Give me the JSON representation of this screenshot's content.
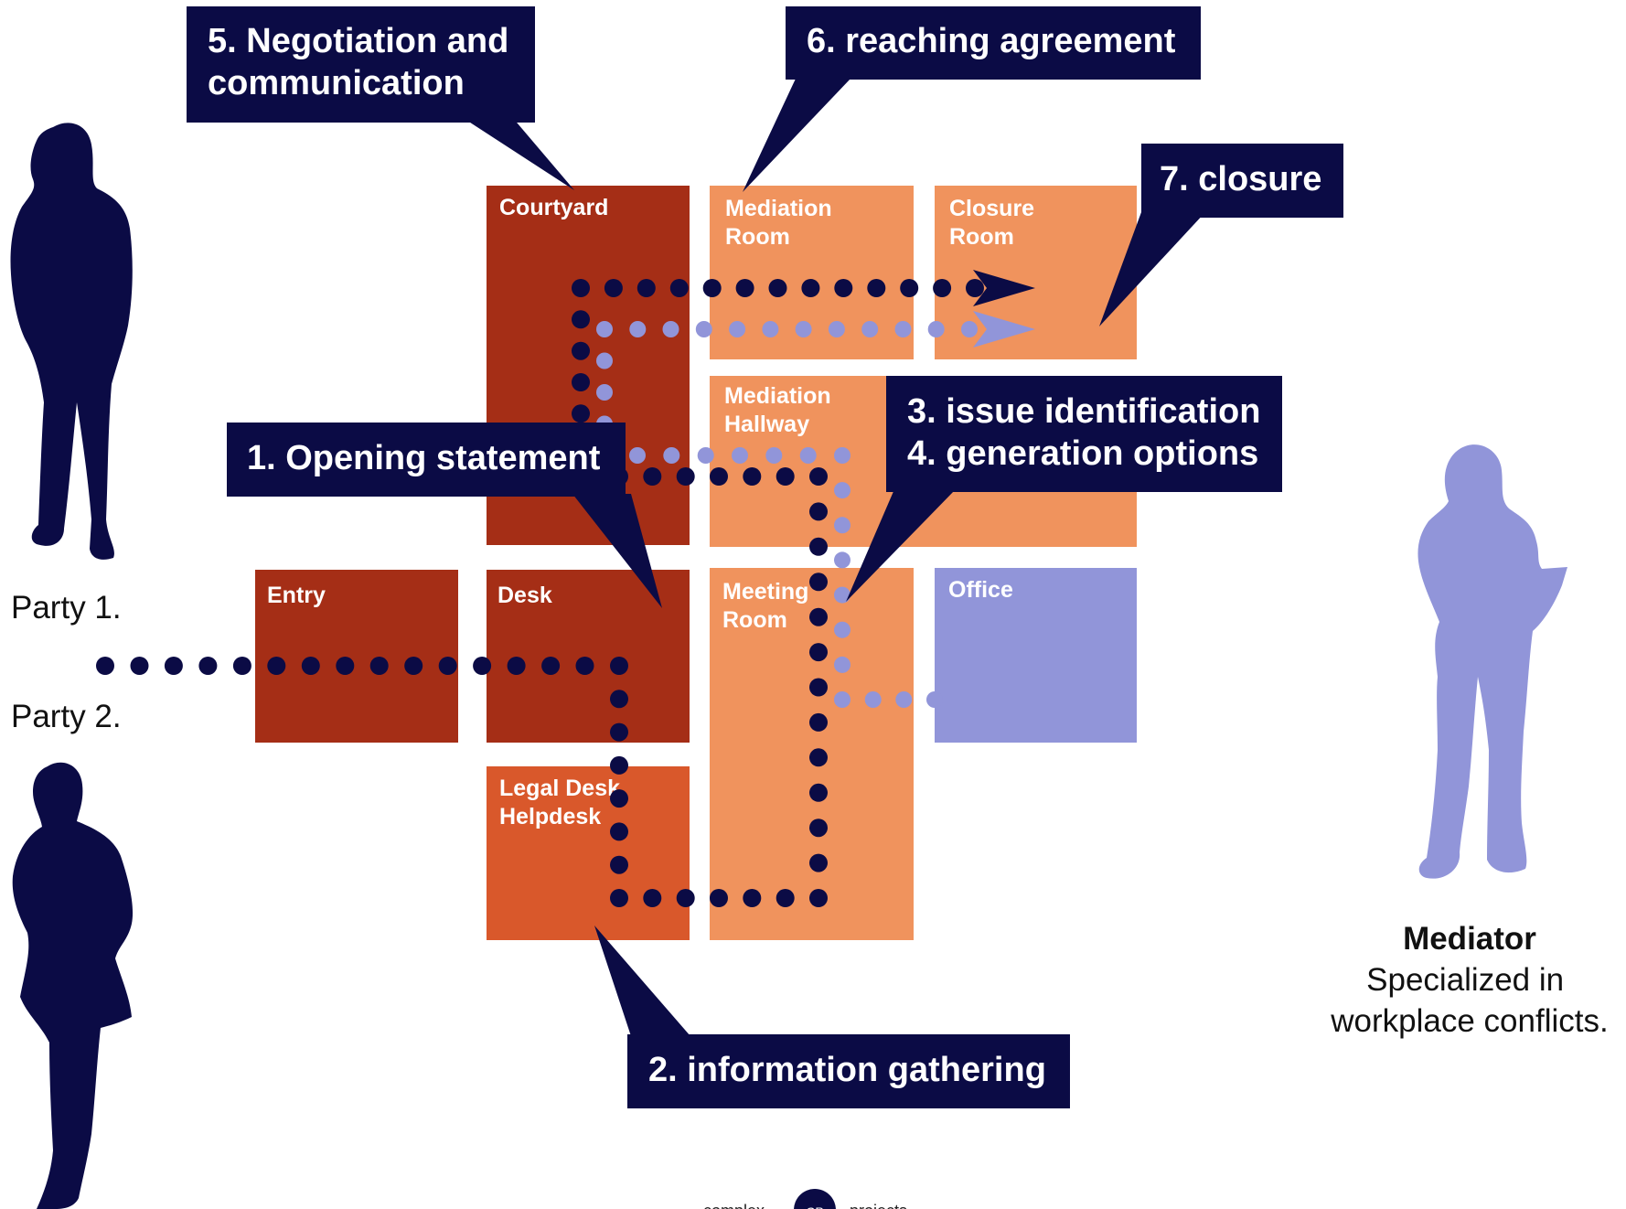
{
  "colors": {
    "navy": "#0b0b45",
    "rust": "#a52e16",
    "orange_dark": "#d9582b",
    "orange_light": "#f0935d",
    "lavender": "#9195d9",
    "white": "#ffffff"
  },
  "rooms": {
    "courtyard": "Courtyard",
    "mediation_room": [
      "Mediation",
      "Room"
    ],
    "closure_room": [
      "Closure",
      "Room"
    ],
    "mediation_hallway": [
      "Mediation",
      "Hallway"
    ],
    "entry": "Entry",
    "desk": "Desk",
    "meeting_room": [
      "Meeting",
      "Room"
    ],
    "office": "Office",
    "legal_desk": [
      "Legal Desk",
      "Helpdesk"
    ]
  },
  "callouts": {
    "step5": [
      "5. Negotiation and",
      "communication"
    ],
    "step6": "6. reaching agreement",
    "step7": "7. closure",
    "step1": "1. Opening statement",
    "step34": [
      "3. issue identification",
      "4. generation options"
    ],
    "step2": "2. information gathering"
  },
  "parties": {
    "party1": "Party 1.",
    "party2": "Party 2."
  },
  "mediator": {
    "title": "Mediator",
    "desc": [
      "Specialized in",
      "workplace conflicts."
    ]
  },
  "logo": {
    "left": "complex",
    "mark": "CP",
    "right": "projects"
  },
  "icons": [
    "person-silhouette-icon",
    "arrowhead-icon"
  ]
}
